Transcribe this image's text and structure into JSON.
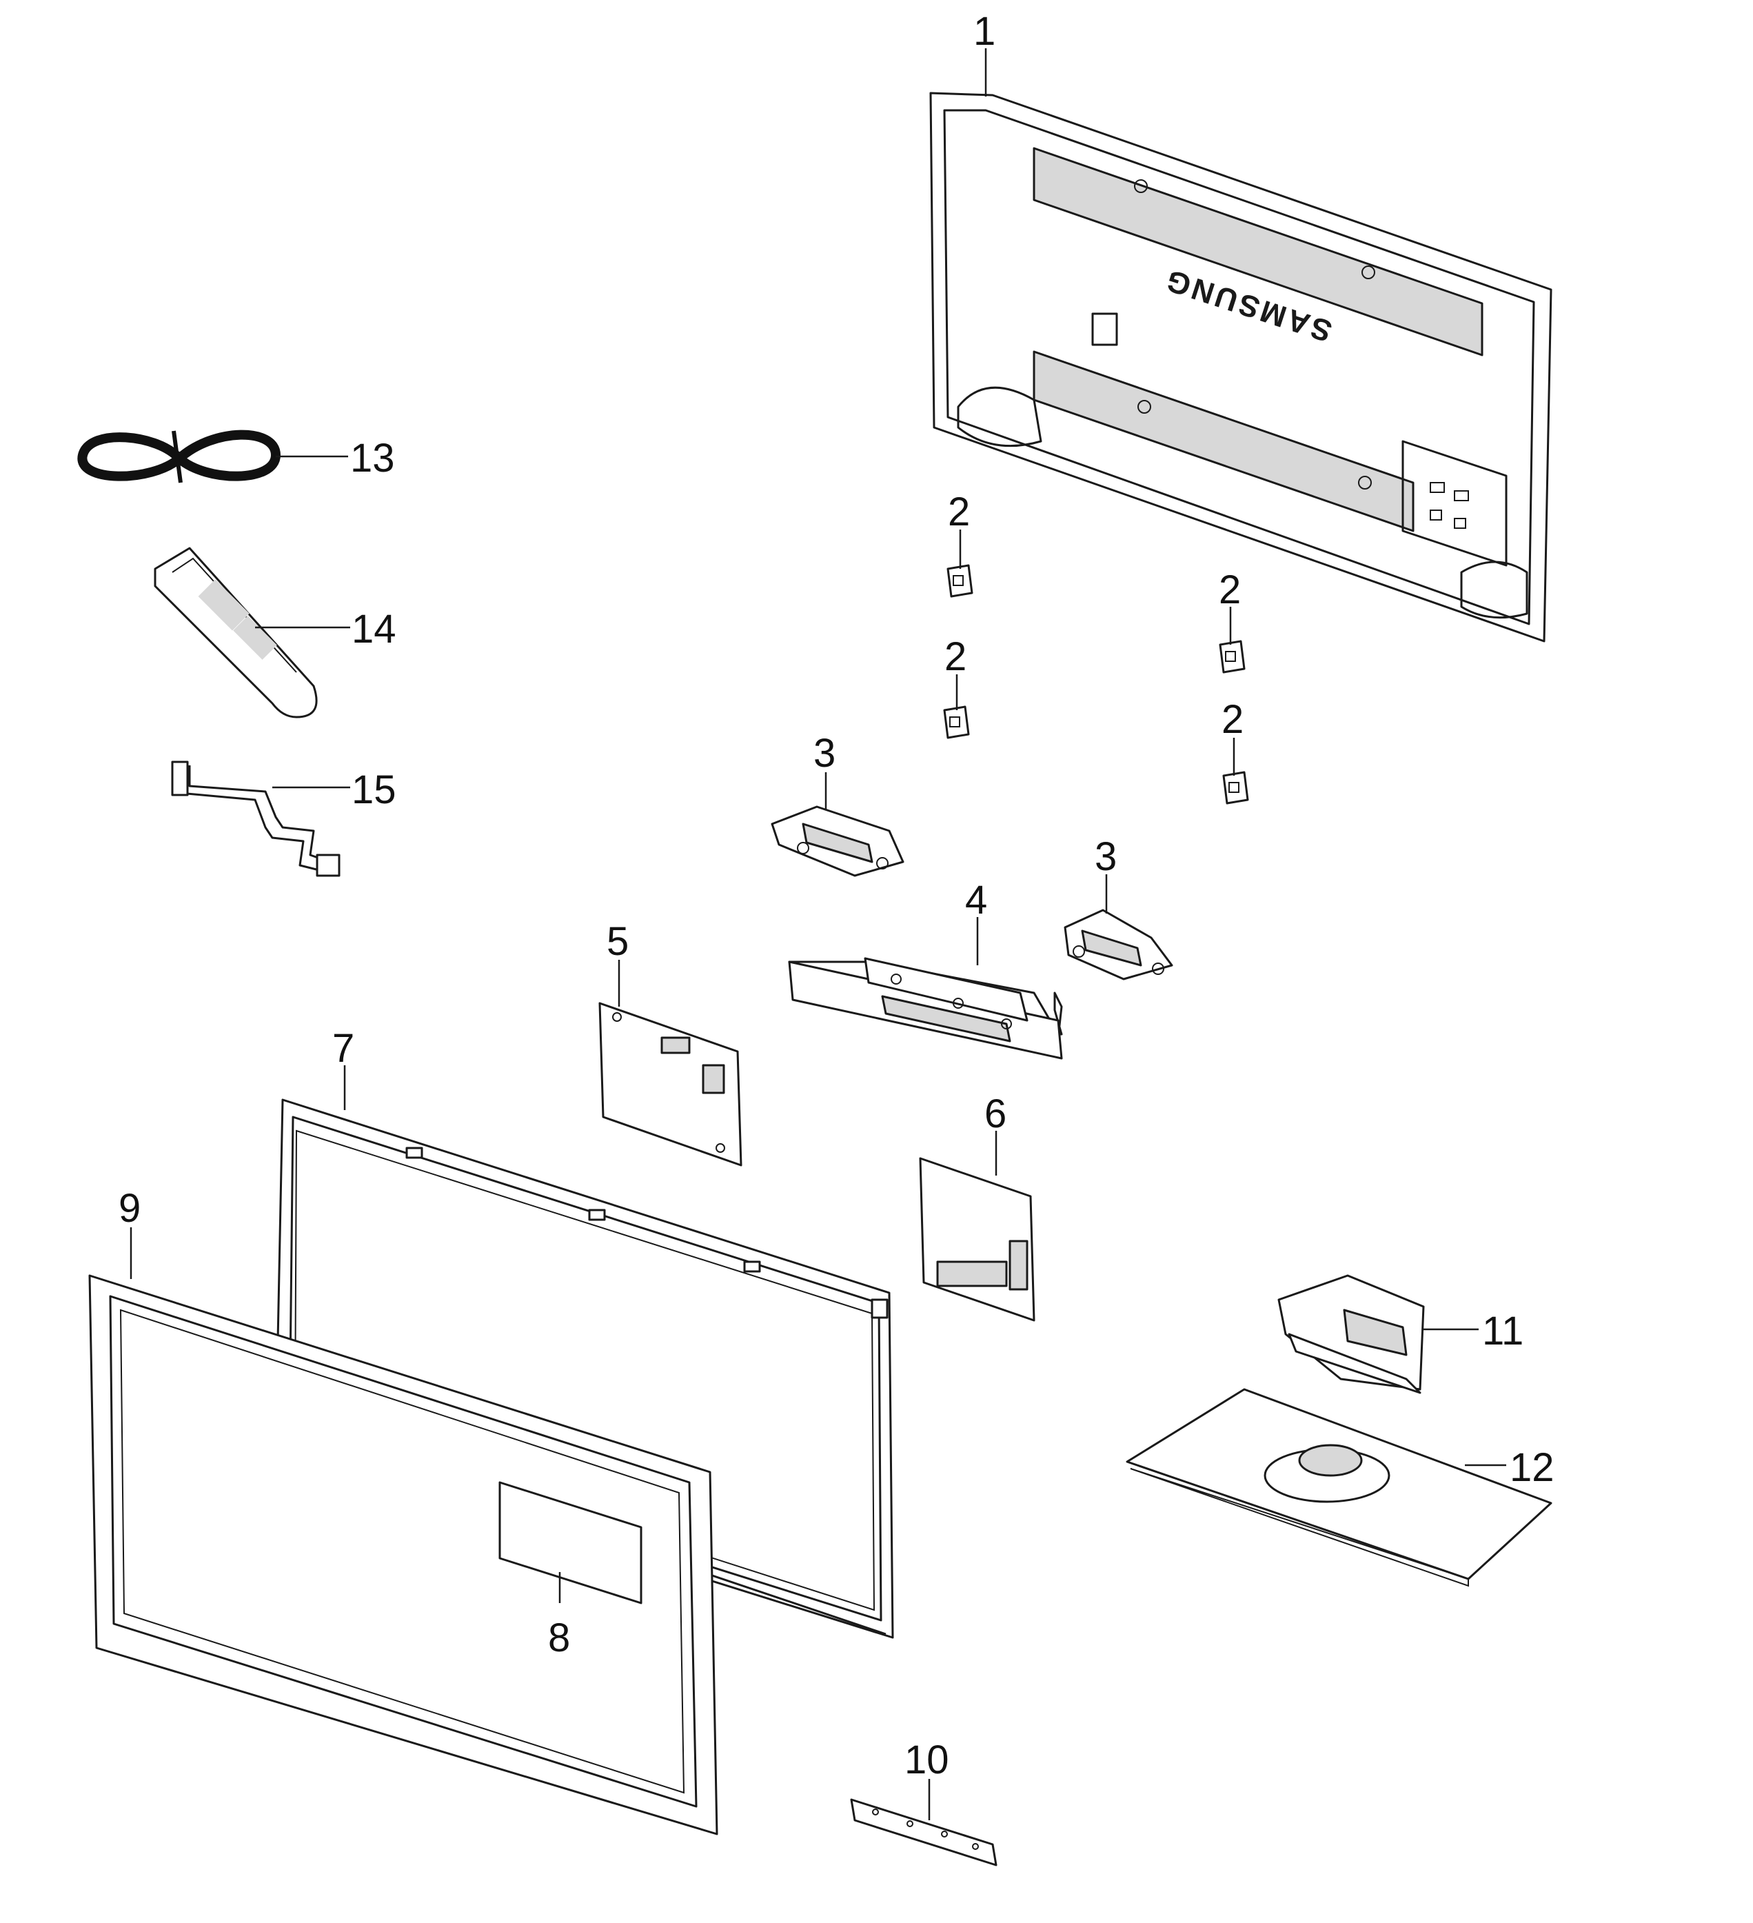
{
  "diagram": {
    "brand_text": "SAMSUNG",
    "callouts": {
      "c1": "1",
      "c2a": "2",
      "c2b": "2",
      "c2c": "2",
      "c2d": "2",
      "c3a": "3",
      "c3b": "3",
      "c4": "4",
      "c5": "5",
      "c6": "6",
      "c7": "7",
      "c8": "8",
      "c9": "9",
      "c10": "10",
      "c11": "11",
      "c12": "12",
      "c13": "13",
      "c14": "14",
      "c15": "15"
    }
  }
}
